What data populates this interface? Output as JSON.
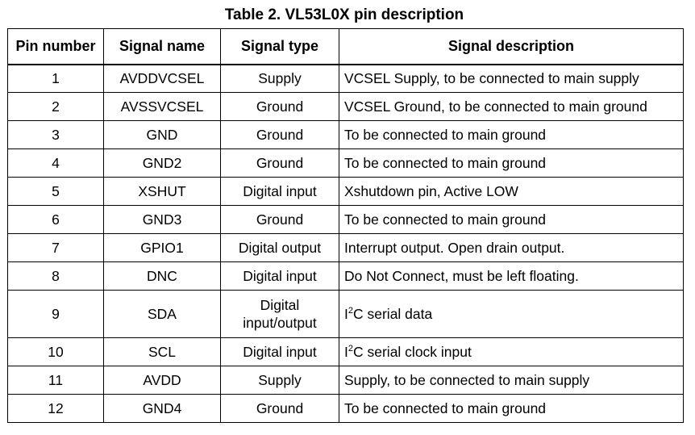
{
  "title": "Table 2. VL53L0X pin description",
  "headers": [
    "Pin number",
    "Signal name",
    "Signal type",
    "Signal description"
  ],
  "rows": [
    {
      "pin": "1",
      "name": "AVDDVCSEL",
      "type": "Supply",
      "desc": "VCSEL Supply, to be connected to main supply"
    },
    {
      "pin": "2",
      "name": "AVSSVCSEL",
      "type": "Ground",
      "desc": "VCSEL Ground, to be connected to main ground"
    },
    {
      "pin": "3",
      "name": "GND",
      "type": "Ground",
      "desc": "To be connected to main ground"
    },
    {
      "pin": "4",
      "name": "GND2",
      "type": "Ground",
      "desc": "To be connected to main ground"
    },
    {
      "pin": "5",
      "name": "XSHUT",
      "type": "Digital input",
      "desc": "Xshutdown pin, Active LOW"
    },
    {
      "pin": "6",
      "name": "GND3",
      "type": "Ground",
      "desc": "To be connected to main ground"
    },
    {
      "pin": "7",
      "name": "GPIO1",
      "type": "Digital output",
      "desc": "Interrupt output. Open drain output."
    },
    {
      "pin": "8",
      "name": "DNC",
      "type": "Digital input",
      "desc": "Do Not Connect, must be left floating."
    },
    {
      "pin": "9",
      "name": "SDA",
      "type_line1": "Digital",
      "type_line2": "input/output",
      "desc_prefix": "I",
      "desc_sup": "2",
      "desc": "C serial data"
    },
    {
      "pin": "10",
      "name": "SCL",
      "type": "Digital input",
      "desc_prefix": "I",
      "desc_sup": "2",
      "desc": "C serial clock input"
    },
    {
      "pin": "11",
      "name": "AVDD",
      "type": "Supply",
      "desc": "Supply, to be connected to main supply"
    },
    {
      "pin": "12",
      "name": "GND4",
      "type": "Ground",
      "desc": "To be connected to main ground"
    }
  ]
}
